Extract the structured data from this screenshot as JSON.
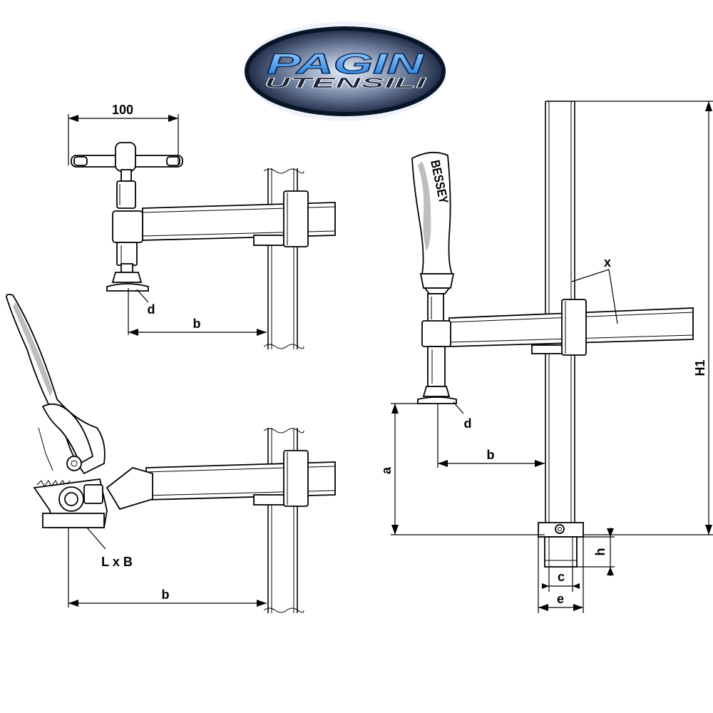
{
  "logo": {
    "line1": "PAGIN",
    "line2": "UTENSILI"
  },
  "brand_on_handle": "BESSEY",
  "dimensions": {
    "handle_width": "100",
    "d_top": "d",
    "b_top": "b",
    "lever_size": "L x B",
    "b_bottom": "b",
    "x": "x",
    "h1": "H1",
    "d_right": "d",
    "b_right": "b",
    "a": "a",
    "h": "h",
    "c": "c",
    "e": "e"
  },
  "colors": {
    "logo_blue": "#1e78d8",
    "logo_dark": "#0a1a3a",
    "line": "#000000"
  }
}
